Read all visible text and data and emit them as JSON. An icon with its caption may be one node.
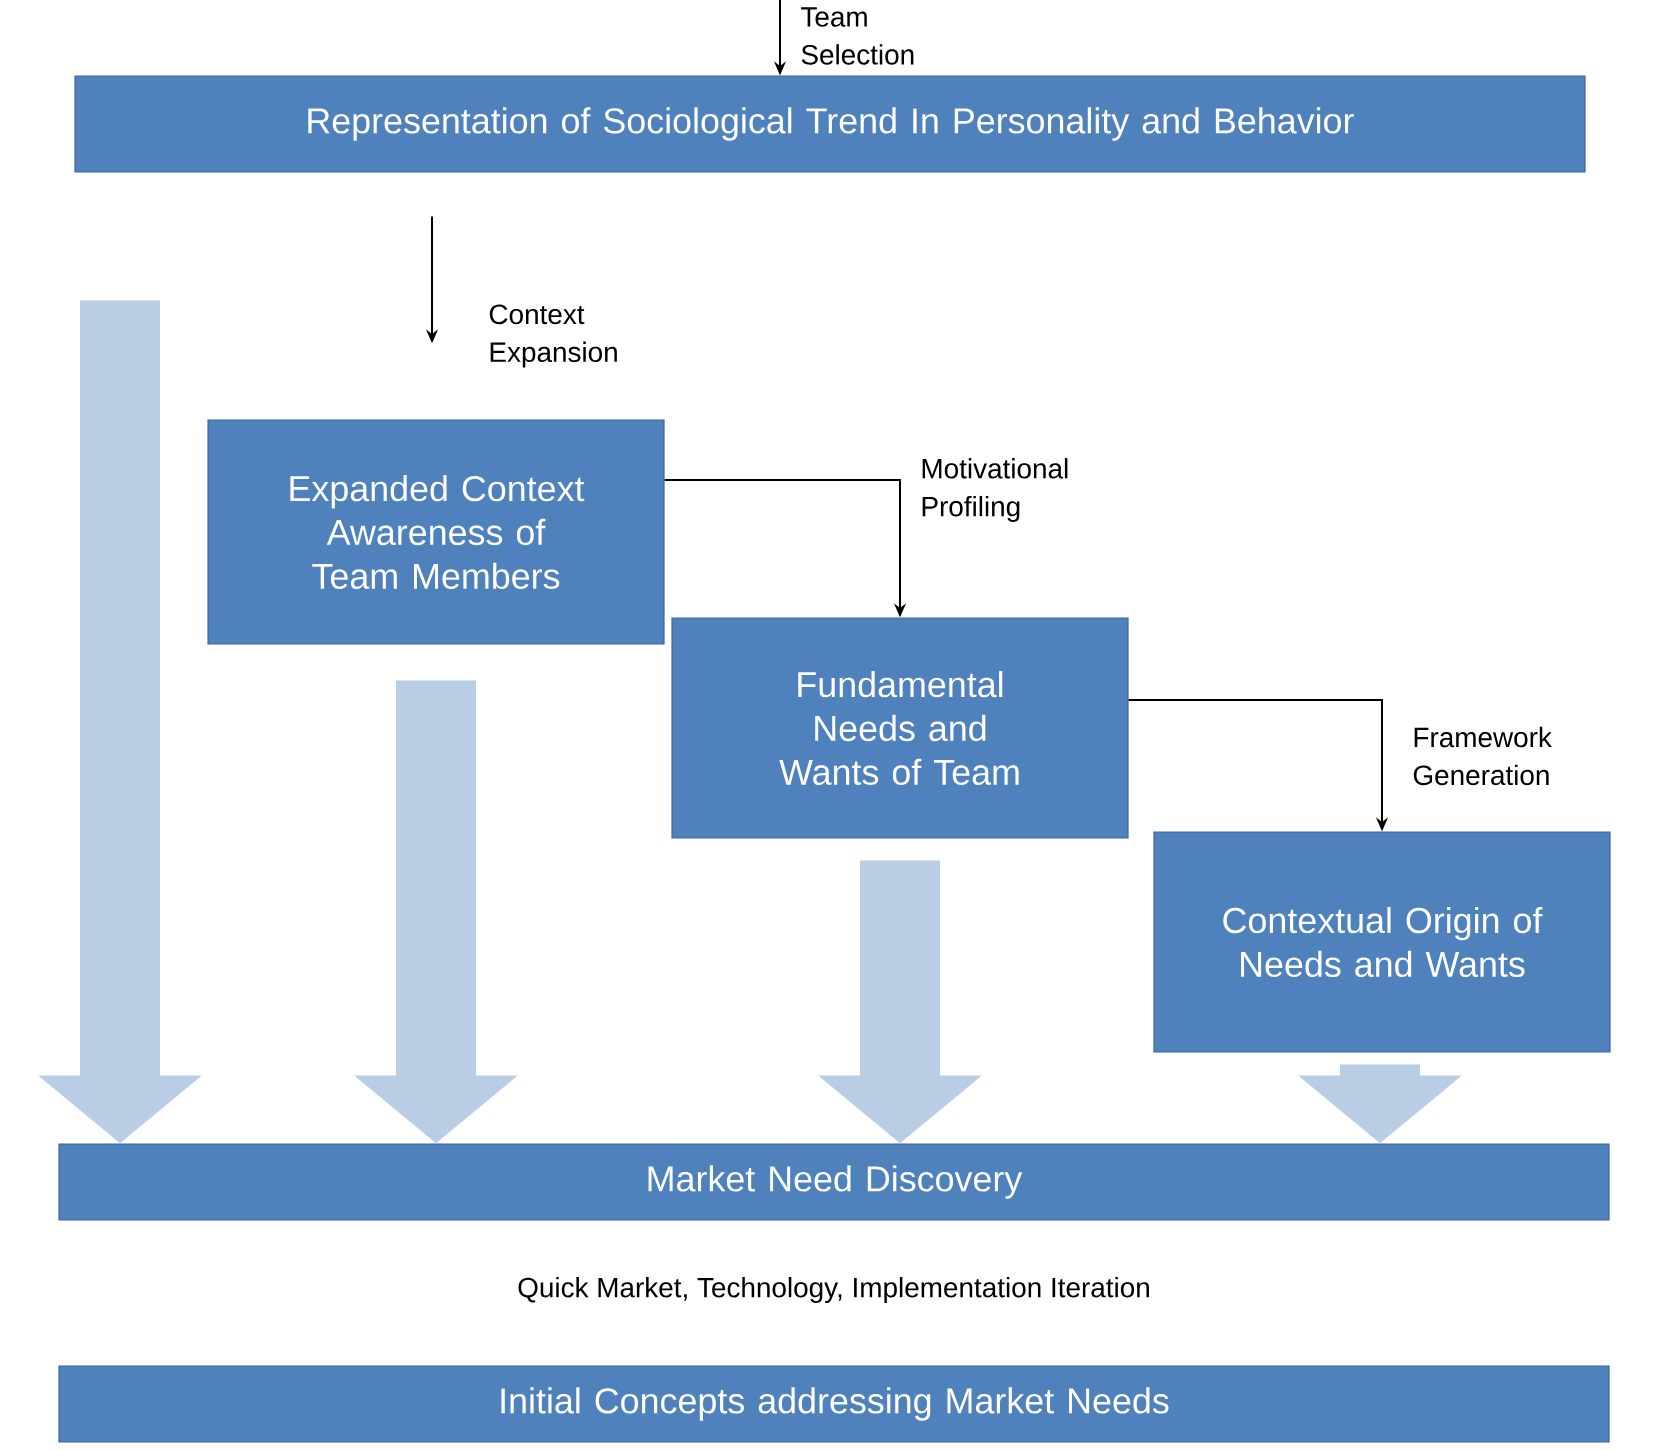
{
  "diagram": {
    "nodes": [
      {
        "text": [
          "Representation of Sociological Trend In Personality and Behavior"
        ]
      },
      {
        "text": [
          "Expanded Context Awareness of Team Members"
        ]
      },
      {
        "text": [
          "Fundamental Needs and Wants of Team"
        ]
      },
      {
        "text": [
          "Contextual Origin of Needs and Wants"
        ]
      },
      {
        "text": [
          "Market Need Discovery"
        ]
      },
      {
        "text": [
          "Initial Concepts addressing Market Needs"
        ]
      }
    ],
    "edges": [
      {
        "from": null,
        "to": 0,
        "arrow": "to",
        "label": "Team Selection"
      },
      {
        "from": 0,
        "to": 1,
        "arrow": "to",
        "label": "Context Expansion"
      },
      {
        "from": 1,
        "to": 2,
        "arrow": "to",
        "label": "Motivational Profiling"
      },
      {
        "from": 2,
        "to": 3,
        "arrow": "to",
        "label": "Framework Generation"
      },
      {
        "from": 0,
        "to": 4,
        "arrow": "to",
        "style": "thick",
        "color": "#b9cde5"
      },
      {
        "from": 1,
        "to": 4,
        "arrow": "to",
        "style": "thick",
        "color": "#b9cde5"
      },
      {
        "from": 2,
        "to": 4,
        "arrow": "to",
        "style": "thick",
        "color": "#b9cde5"
      },
      {
        "from": 3,
        "to": 4,
        "arrow": "to",
        "style": "thick",
        "color": "#b9cde5"
      }
    ],
    "labels": [
      "Quick Market, Technology, Implementation Iteration"
    ]
  }
}
